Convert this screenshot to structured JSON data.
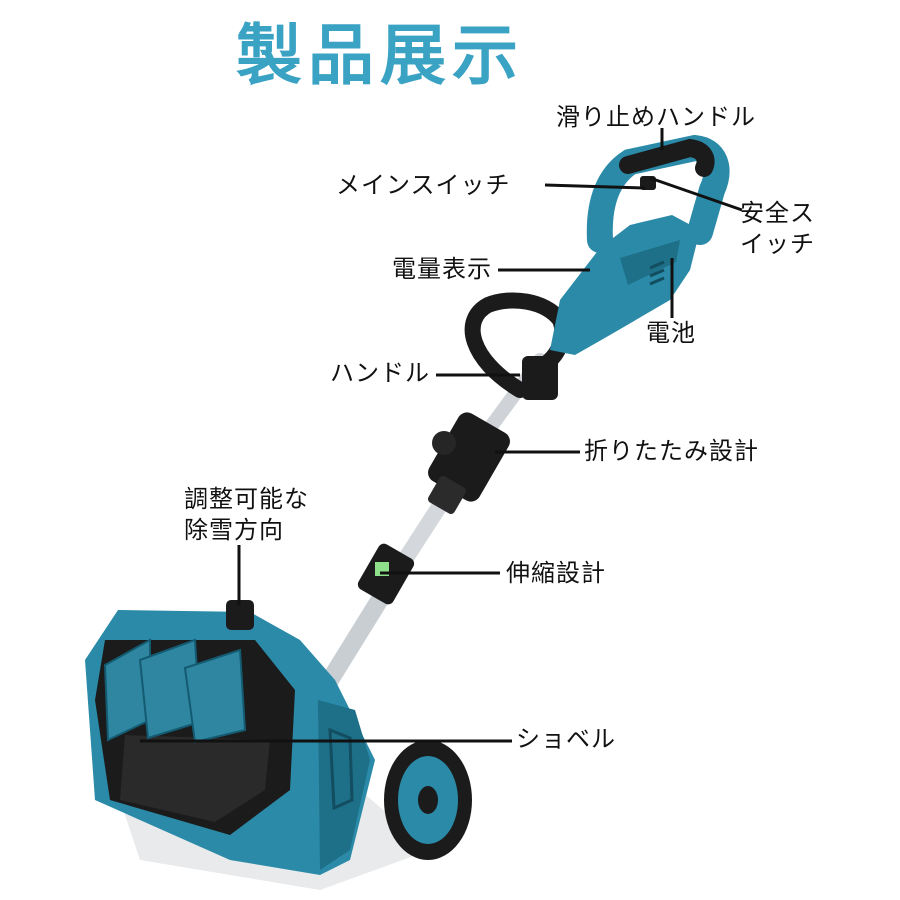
{
  "title": "製品展示",
  "labels": {
    "anti_slip_handle": "滑り止めハンドル",
    "main_switch": "メインスイッチ",
    "safety_switch_line1": "安全ス",
    "safety_switch_line2": "イッチ",
    "battery_indicator": "電量表示",
    "battery": "電池",
    "handle": "ハンドル",
    "folding_design": "折りたたみ設計",
    "adjustable_direction_line1": "調整可能な",
    "adjustable_direction_line2": "除雪方向",
    "telescopic_design": "伸縮設計",
    "shovel": "ショベル"
  },
  "colors": {
    "title": "#3aa3c4",
    "body": "#2a8aa8",
    "body_dark": "#1e6f88",
    "black": "#1b1b1b",
    "metal": "#c9ced3"
  }
}
